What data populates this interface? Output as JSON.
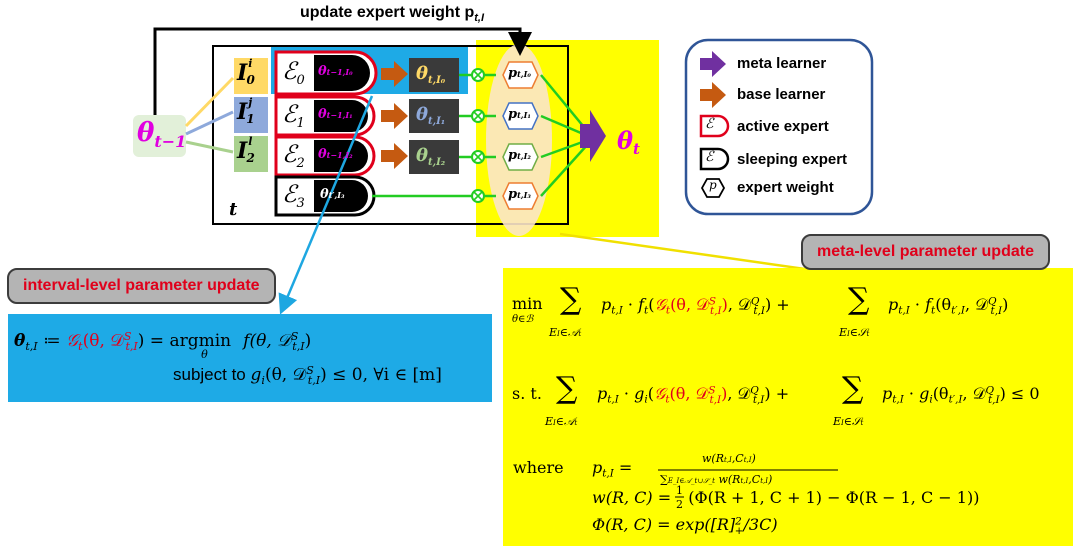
{
  "diagram": {
    "top_label": "update expert weight p",
    "top_label_sub": "t,I",
    "theta_prev": "θ",
    "theta_prev_sub": "t−1",
    "theta_out": "θ",
    "theta_out_sub": "t",
    "time_label": "t",
    "intervals": [
      {
        "main": "I",
        "sub": "0",
        "sup": "i",
        "color": "#ffd966"
      },
      {
        "main": "I",
        "sub": "1",
        "sup": "j",
        "color": "#8ea9db"
      },
      {
        "main": "I",
        "sub": "2",
        "sup": "l",
        "color": "#a9d18e"
      }
    ],
    "experts": [
      {
        "label": "ℰ",
        "sub": "0",
        "inner": "θ",
        "inner_sub": "t−1,I₀",
        "out": "θ",
        "out_sub": "t,I₀",
        "out_color": "#ffd966",
        "active": true
      },
      {
        "label": "ℰ",
        "sub": "1",
        "inner": "θ",
        "inner_sub": "t−1,I₁",
        "out": "θ",
        "out_sub": "t,I₁",
        "out_color": "#8ea9db",
        "active": true
      },
      {
        "label": "ℰ",
        "sub": "2",
        "inner": "θ",
        "inner_sub": "t−1,I₂",
        "out": "θ",
        "out_sub": "t,I₂",
        "out_color": "#a9d18e",
        "active": true
      },
      {
        "label": "ℰ",
        "sub": "3",
        "inner": "θ",
        "inner_sub": "t′,I₃",
        "active": false
      }
    ],
    "weights": [
      {
        "main": "p",
        "sub": "t,I₀"
      },
      {
        "main": "p",
        "sub": "t,I₁"
      },
      {
        "main": "p",
        "sub": "t,I₂"
      },
      {
        "main": "p",
        "sub": "t,I₃"
      }
    ]
  },
  "legend": {
    "items": [
      {
        "icon": "meta-learner-arrow-icon",
        "label": "meta learner",
        "color": "#7030a0"
      },
      {
        "icon": "base-learner-arrow-icon",
        "label": "base learner",
        "color": "#c55a11"
      },
      {
        "icon": "active-expert-icon",
        "label": "active expert",
        "color": "#e0001b"
      },
      {
        "icon": "sleeping-expert-icon",
        "label": "sleeping expert",
        "color": "#000000"
      },
      {
        "icon": "expert-weight-hexagon-icon",
        "label": "expert weight",
        "color": "#000000"
      }
    ],
    "expert_glyph": "ℰ",
    "weight_glyph": "p"
  },
  "tags": {
    "interval": "interval-level parameter update",
    "meta": "meta-level parameter update"
  },
  "interval_eq": {
    "l1a": "θ",
    "l1a_sub": "t,I",
    "l1b": " ≔ ",
    "l1c": "𝒢",
    "l1c_sub": "t",
    "l1d": "(θ, 𝒟",
    "l1d_sup": "S",
    "l1d_sub": "t,I",
    "l1e": ") = argmin",
    "l1e_under": "θ",
    "l1f": "  f(θ, 𝒟",
    "l1f_sup": "S",
    "l1f_sub": "t,I",
    "l1g": ")",
    "l2a": "subject to  ",
    "l2b": "g",
    "l2b_sub": "i",
    "l2c": "(θ, 𝒟",
    "l2c_sup": "S",
    "l2c_sub": "t,I",
    "l2d": ") ≤ 0, ∀i ∈ [m]"
  },
  "meta_eq": {
    "min": "min",
    "min_under": "θ∈ℬ",
    "sum": "∑",
    "sum_a": "E",
    "sum_a_sub": "I",
    "sum_a_set": "∈𝒜",
    "sum_a_set_sub": "t",
    "sum_s_set": "∈𝒮",
    "sum_s_set_sub": "t",
    "p": "p",
    "p_sub": "t,I",
    "dot": " · ",
    "f": "f",
    "f_sub": "t",
    "G": "𝒢",
    "G_sub": "t",
    "G_arg": "(θ, 𝒟",
    "D_sup_S": "S",
    "D_sub": "t,I",
    "Dq": ", 𝒟",
    "D_sup_Q": "Q",
    "theta_p": "(θ",
    "theta_p_sub": "t′,I",
    "plus": " + ",
    "st": "s. t.",
    "g": "g",
    "g_sub": "i",
    "le0": " ≤ 0",
    "where": "where",
    "p_def_num": "w(R",
    "p_def_num_sub1": "t,I",
    "p_def_num_mid": ",C",
    "p_def_num_sub2": "t,I",
    "p_def_num_end": ")",
    "p_def_den": "∑",
    "p_def_den_sub": "E_I∈𝒜_t∪𝒮_t",
    "p_def_den_w": " w(R",
    "w_def_a": "w(R, C) = ",
    "w_def_half_num": "1",
    "w_def_half_den": "2",
    "w_def_b": "(Φ(R + 1, C + 1) − Φ(R − 1, C − 1))",
    "phi_def_a": "Φ(R, C) = exp([R]",
    "phi_def_sup": "2",
    "phi_def_sub": "+",
    "phi_def_b": "/3C)"
  }
}
